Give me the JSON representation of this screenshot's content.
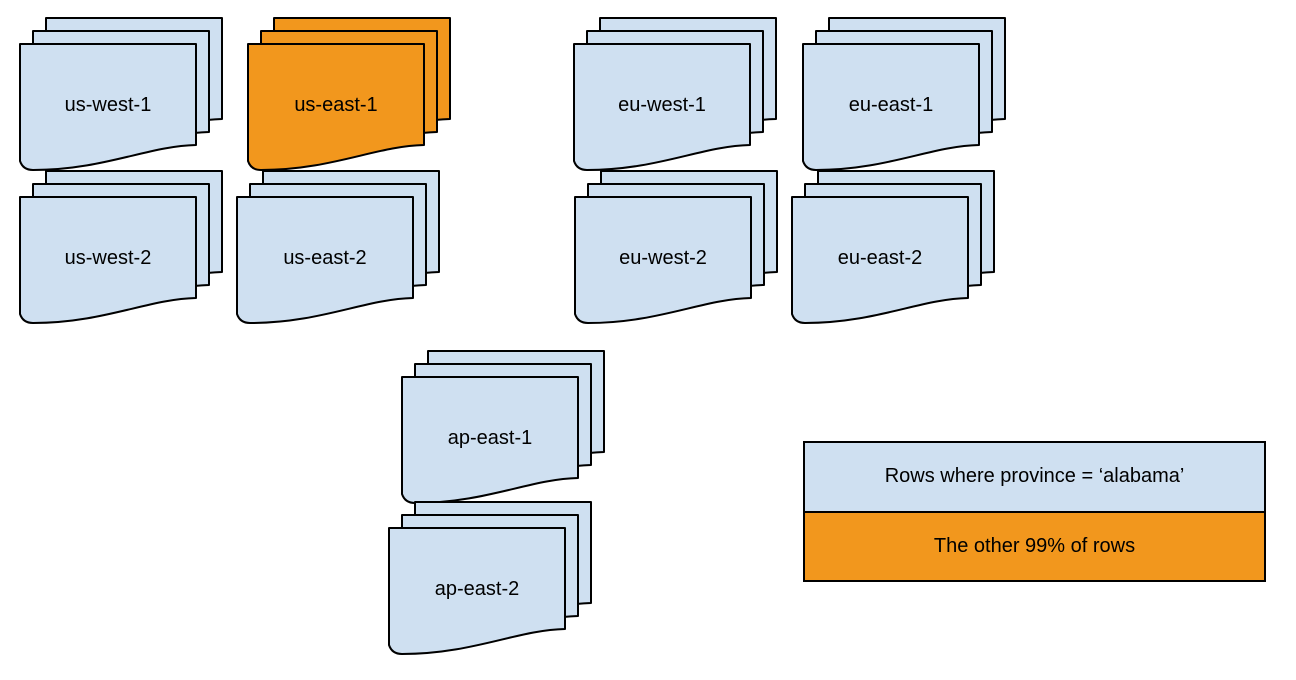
{
  "colors": {
    "doc_fill": "#cfe0f1",
    "doc_highlight": "#f2971d",
    "stroke": "#000000",
    "background": "#ffffff"
  },
  "stacks": [
    {
      "label": "us-west-1",
      "highlight": false
    },
    {
      "label": "us-east-1",
      "highlight": true
    },
    {
      "label": "eu-west-1",
      "highlight": false
    },
    {
      "label": "eu-east-1",
      "highlight": false
    },
    {
      "label": "us-west-2",
      "highlight": false
    },
    {
      "label": "us-east-2",
      "highlight": false
    },
    {
      "label": "eu-west-2",
      "highlight": false
    },
    {
      "label": "eu-east-2",
      "highlight": false
    },
    {
      "label": "ap-east-1",
      "highlight": false
    },
    {
      "label": "ap-east-2",
      "highlight": false
    }
  ],
  "legend": {
    "items": [
      {
        "label": "Rows where province = ‘alabama’",
        "color_key": "doc_fill"
      },
      {
        "label": "The other 99% of rows",
        "color_key": "doc_highlight"
      }
    ]
  }
}
